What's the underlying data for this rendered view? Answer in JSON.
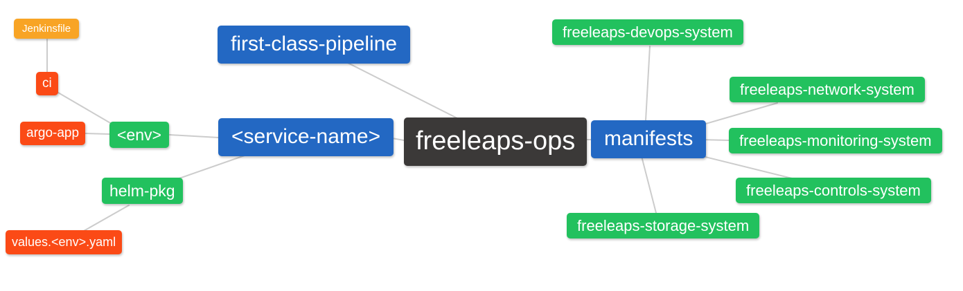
{
  "diagram": {
    "type": "mindmap",
    "root_id": "freeleaps-ops",
    "colors": {
      "blue": "#2368c3",
      "green": "#22c15e",
      "red": "#fb4a16",
      "orange": "#f8a425",
      "dark": "#3b3938",
      "edge": "#cccccc",
      "text": "#ffffff",
      "background": "#ffffff"
    },
    "nodes": {
      "freeleaps_ops": {
        "label": "freeleaps-ops",
        "color": "dark"
      },
      "first_class_pipeline": {
        "label": "first-class-pipeline",
        "color": "blue"
      },
      "service_name": {
        "label": "<service-name>",
        "color": "blue"
      },
      "manifests": {
        "label": "manifests",
        "color": "blue"
      },
      "env": {
        "label": "<env>",
        "color": "green"
      },
      "helm_pkg": {
        "label": "helm-pkg",
        "color": "green"
      },
      "ci": {
        "label": "ci",
        "color": "red"
      },
      "argo_app": {
        "label": "argo-app",
        "color": "red"
      },
      "jenkinsfile": {
        "label": "Jenkinsfile",
        "color": "orange"
      },
      "values_env_yaml": {
        "label": "values.<env>.yaml",
        "color": "red"
      },
      "devops_system": {
        "label": "freeleaps-devops-system",
        "color": "green"
      },
      "network_system": {
        "label": "freeleaps-network-system",
        "color": "green"
      },
      "monitoring_system": {
        "label": "freeleaps-monitoring-system",
        "color": "green"
      },
      "controls_system": {
        "label": "freeleaps-controls-system",
        "color": "green"
      },
      "storage_system": {
        "label": "freeleaps-storage-system",
        "color": "green"
      }
    },
    "edges": [
      {
        "from": "freeleaps_ops",
        "to": "first_class_pipeline"
      },
      {
        "from": "freeleaps_ops",
        "to": "service_name"
      },
      {
        "from": "freeleaps_ops",
        "to": "manifests"
      },
      {
        "from": "service_name",
        "to": "env"
      },
      {
        "from": "env",
        "to": "argo_app"
      },
      {
        "from": "env",
        "to": "ci"
      },
      {
        "from": "ci",
        "to": "jenkinsfile"
      },
      {
        "from": "service_name",
        "to": "helm_pkg"
      },
      {
        "from": "helm_pkg",
        "to": "values_env_yaml"
      },
      {
        "from": "manifests",
        "to": "devops_system"
      },
      {
        "from": "manifests",
        "to": "network_system"
      },
      {
        "from": "manifests",
        "to": "monitoring_system"
      },
      {
        "from": "manifests",
        "to": "controls_system"
      },
      {
        "from": "manifests",
        "to": "storage_system"
      }
    ]
  }
}
